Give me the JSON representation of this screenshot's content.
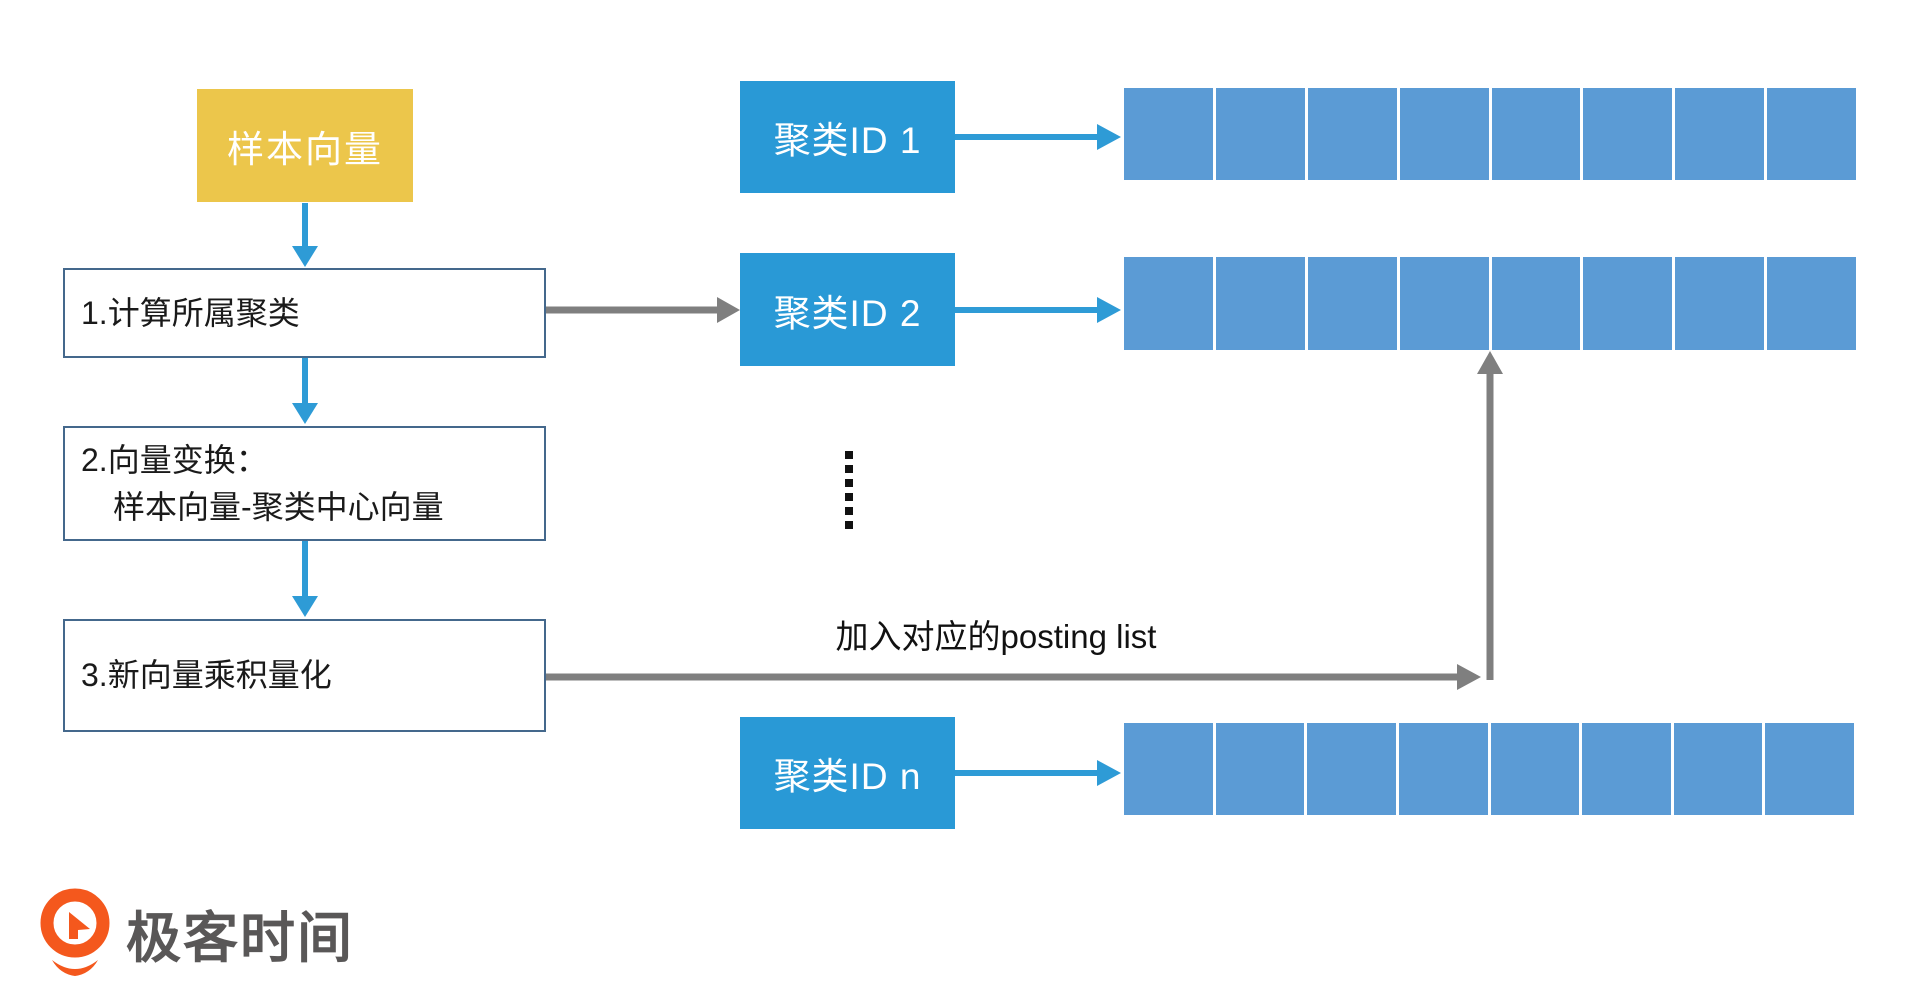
{
  "diagram": {
    "sample_vector": {
      "label": "样本向量"
    },
    "steps": [
      {
        "label": "1.计算所属聚类"
      },
      {
        "line1": "2.向量变换：",
        "line2": "样本向量-聚类中心向量"
      },
      {
        "label": "3.新向量乘积量化"
      }
    ],
    "clusters": [
      {
        "label": "聚类ID 1"
      },
      {
        "label": "聚类ID 2"
      },
      {
        "label": "聚类ID n"
      }
    ],
    "posting_lists": {
      "rows": 3,
      "cells_per_row": 8
    },
    "annotation": {
      "label": "加入对应的posting list"
    },
    "ellipsis_dots": 6
  },
  "branding": {
    "logo_text": "极客时间"
  },
  "colors": {
    "sample_vector_fill": "#ECC64B",
    "cluster_fill": "#2999D6",
    "posting_cell_fill": "#5B9BD5",
    "step_border": "#44688C",
    "arrow_blue": "#2E9BD6",
    "arrow_gray": "#7F7F7F",
    "logo_orange": "#F4581D",
    "logo_text_gray": "#595757"
  }
}
